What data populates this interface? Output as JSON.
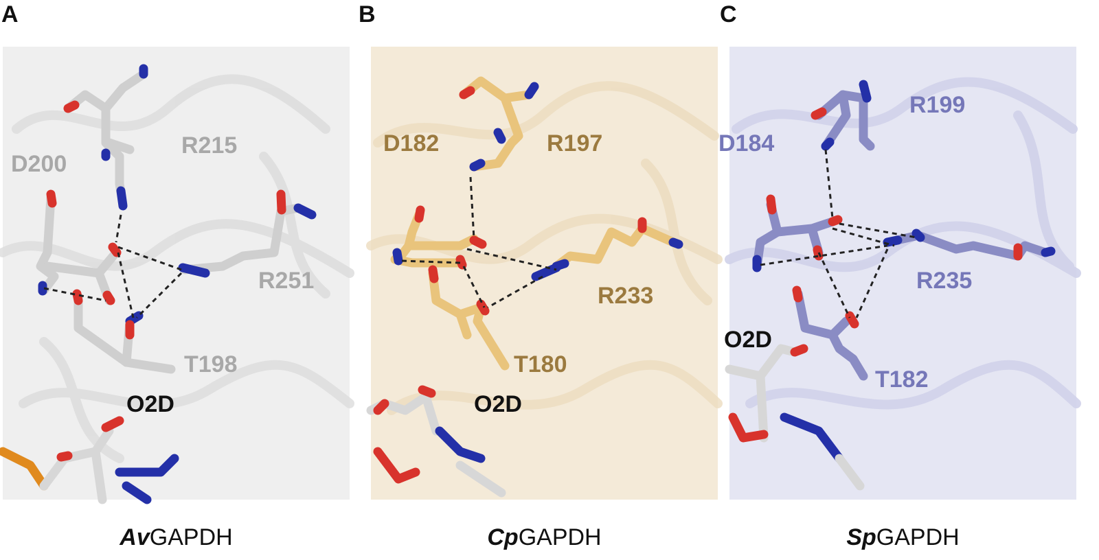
{
  "panels": [
    {
      "letter": "A",
      "caption_italic": "Av",
      "caption_rest": "GAPDH",
      "labels": {
        "d": "D200",
        "r1": "R215",
        "r2": "R251",
        "t": "T198",
        "o": "O2D"
      },
      "colors": {
        "bg": "#efefef",
        "stick": "#cfcfcf",
        "label": "#a8a8a8"
      }
    },
    {
      "letter": "B",
      "caption_italic": "Cp",
      "caption_rest": "GAPDH",
      "labels": {
        "d": "D182",
        "r1": "R197",
        "r2": "R233",
        "t": "T180",
        "o": "O2D"
      },
      "colors": {
        "bg": "#f4ead8",
        "stick": "#e9c47c",
        "label": "#9b7a3f"
      }
    },
    {
      "letter": "C",
      "caption_italic": "Sp",
      "caption_rest": "GAPDH",
      "labels": {
        "d": "D184",
        "r1": "R199",
        "r2": "R235",
        "t": "T182",
        "o": "O2D"
      },
      "colors": {
        "bg": "#e5e6f3",
        "stick": "#8a8cc4",
        "label": "#7577b8"
      }
    }
  ],
  "atom_colors": {
    "nitrogen": "#2430a8",
    "oxygen": "#d8332c",
    "carbon_ligand": "#d7d7d7",
    "phosphorus": "#e08a1e"
  }
}
